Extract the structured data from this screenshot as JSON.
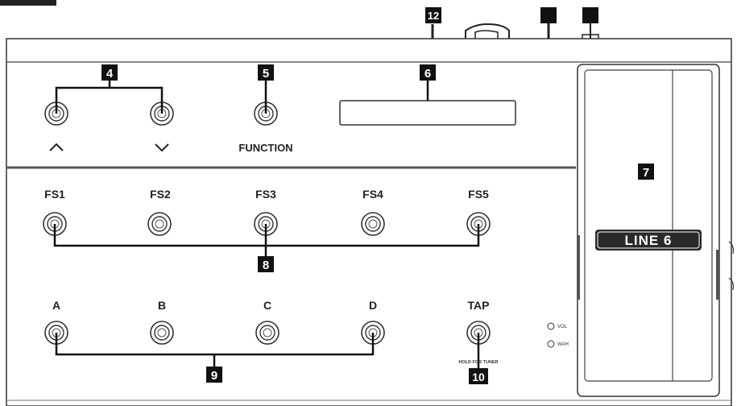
{
  "labels": {
    "up_arrow": "^",
    "down_arrow": "v",
    "function": "FUNCTION",
    "fs1": "FS1",
    "fs2": "FS2",
    "fs3": "FS3",
    "fs4": "FS4",
    "fs5": "FS5",
    "a": "A",
    "b": "B",
    "c": "C",
    "d": "D",
    "tap": "TAP",
    "hold_for_tuner": "HOLD FOR TUNER",
    "vol": "VOL",
    "wah": "WAH",
    "logo": "LINE 6"
  },
  "callouts": {
    "c4": "4",
    "c5": "5",
    "c6": "6",
    "c7": "7",
    "c8": "8",
    "c9": "9",
    "c10": "10",
    "c12": "12"
  },
  "colors": {
    "line": "#222222",
    "badge": "#111111",
    "panel": "#ffffff",
    "divider": "#555555"
  }
}
